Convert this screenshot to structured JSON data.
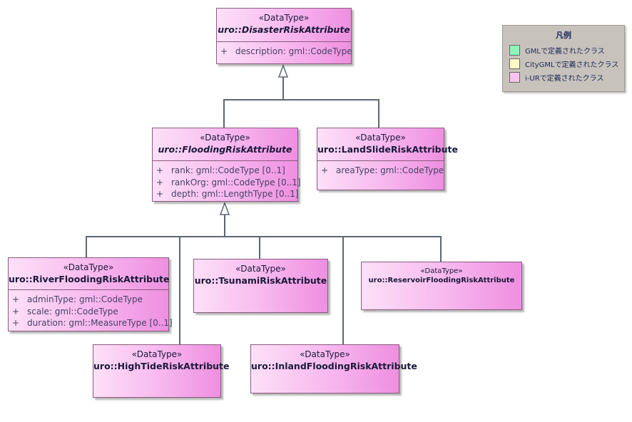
{
  "classes": {
    "disaster": {
      "stereotype": "«DataType»",
      "name": "uro::DisasterRiskAttribute",
      "attributes": [
        {
          "visibility": "+",
          "text": "description: gml::CodeType"
        }
      ]
    },
    "flooding": {
      "stereotype": "«DataType»",
      "name": "uro::FloodingRiskAttribute",
      "attributes": [
        {
          "visibility": "+",
          "text": "rank: gml::CodeType [0..1]"
        },
        {
          "visibility": "+",
          "text": "rankOrg: gml::CodeType [0..1]"
        },
        {
          "visibility": "+",
          "text": "depth: gml::LengthType [0..1]"
        }
      ]
    },
    "landslide": {
      "stereotype": "«DataType»",
      "name": "uro::LandSlideRiskAttribute",
      "attributes": [
        {
          "visibility": "+",
          "text": "areaType: gml::CodeType"
        }
      ]
    },
    "river": {
      "stereotype": "«DataType»",
      "name": "uro::RiverFloodingRiskAttribute",
      "attributes": [
        {
          "visibility": "+",
          "text": "adminType: gml::CodeType"
        },
        {
          "visibility": "+",
          "text": "scale: gml::CodeType"
        },
        {
          "visibility": "+",
          "text": "duration: gml::MeasureType [0..1]"
        }
      ]
    },
    "tsunami": {
      "stereotype": "«DataType»",
      "name": "uro::TsunamiRiskAttribute"
    },
    "reservoir": {
      "stereotype": "«DataType»",
      "name": "uro::ReservoirFloodingRiskAttribute"
    },
    "hightide": {
      "stereotype": "«DataType»",
      "name": "uro::HighTideRiskAttribute"
    },
    "inland": {
      "stereotype": "«DataType»",
      "name": "uro::InlandFloodingRiskAttribute"
    }
  },
  "legend": {
    "title": "凡例",
    "items": [
      {
        "label": "GMLで定義されたクラス",
        "color": "#8ef5b8"
      },
      {
        "label": "CityGMLで定義されたクラス",
        "color": "#fbfbc4"
      },
      {
        "label": "i-URで定義されたクラス",
        "color": "#f9c2f0"
      }
    ]
  },
  "colors": {
    "connector": "#5d6675",
    "class_border": "#8a5a7e"
  }
}
